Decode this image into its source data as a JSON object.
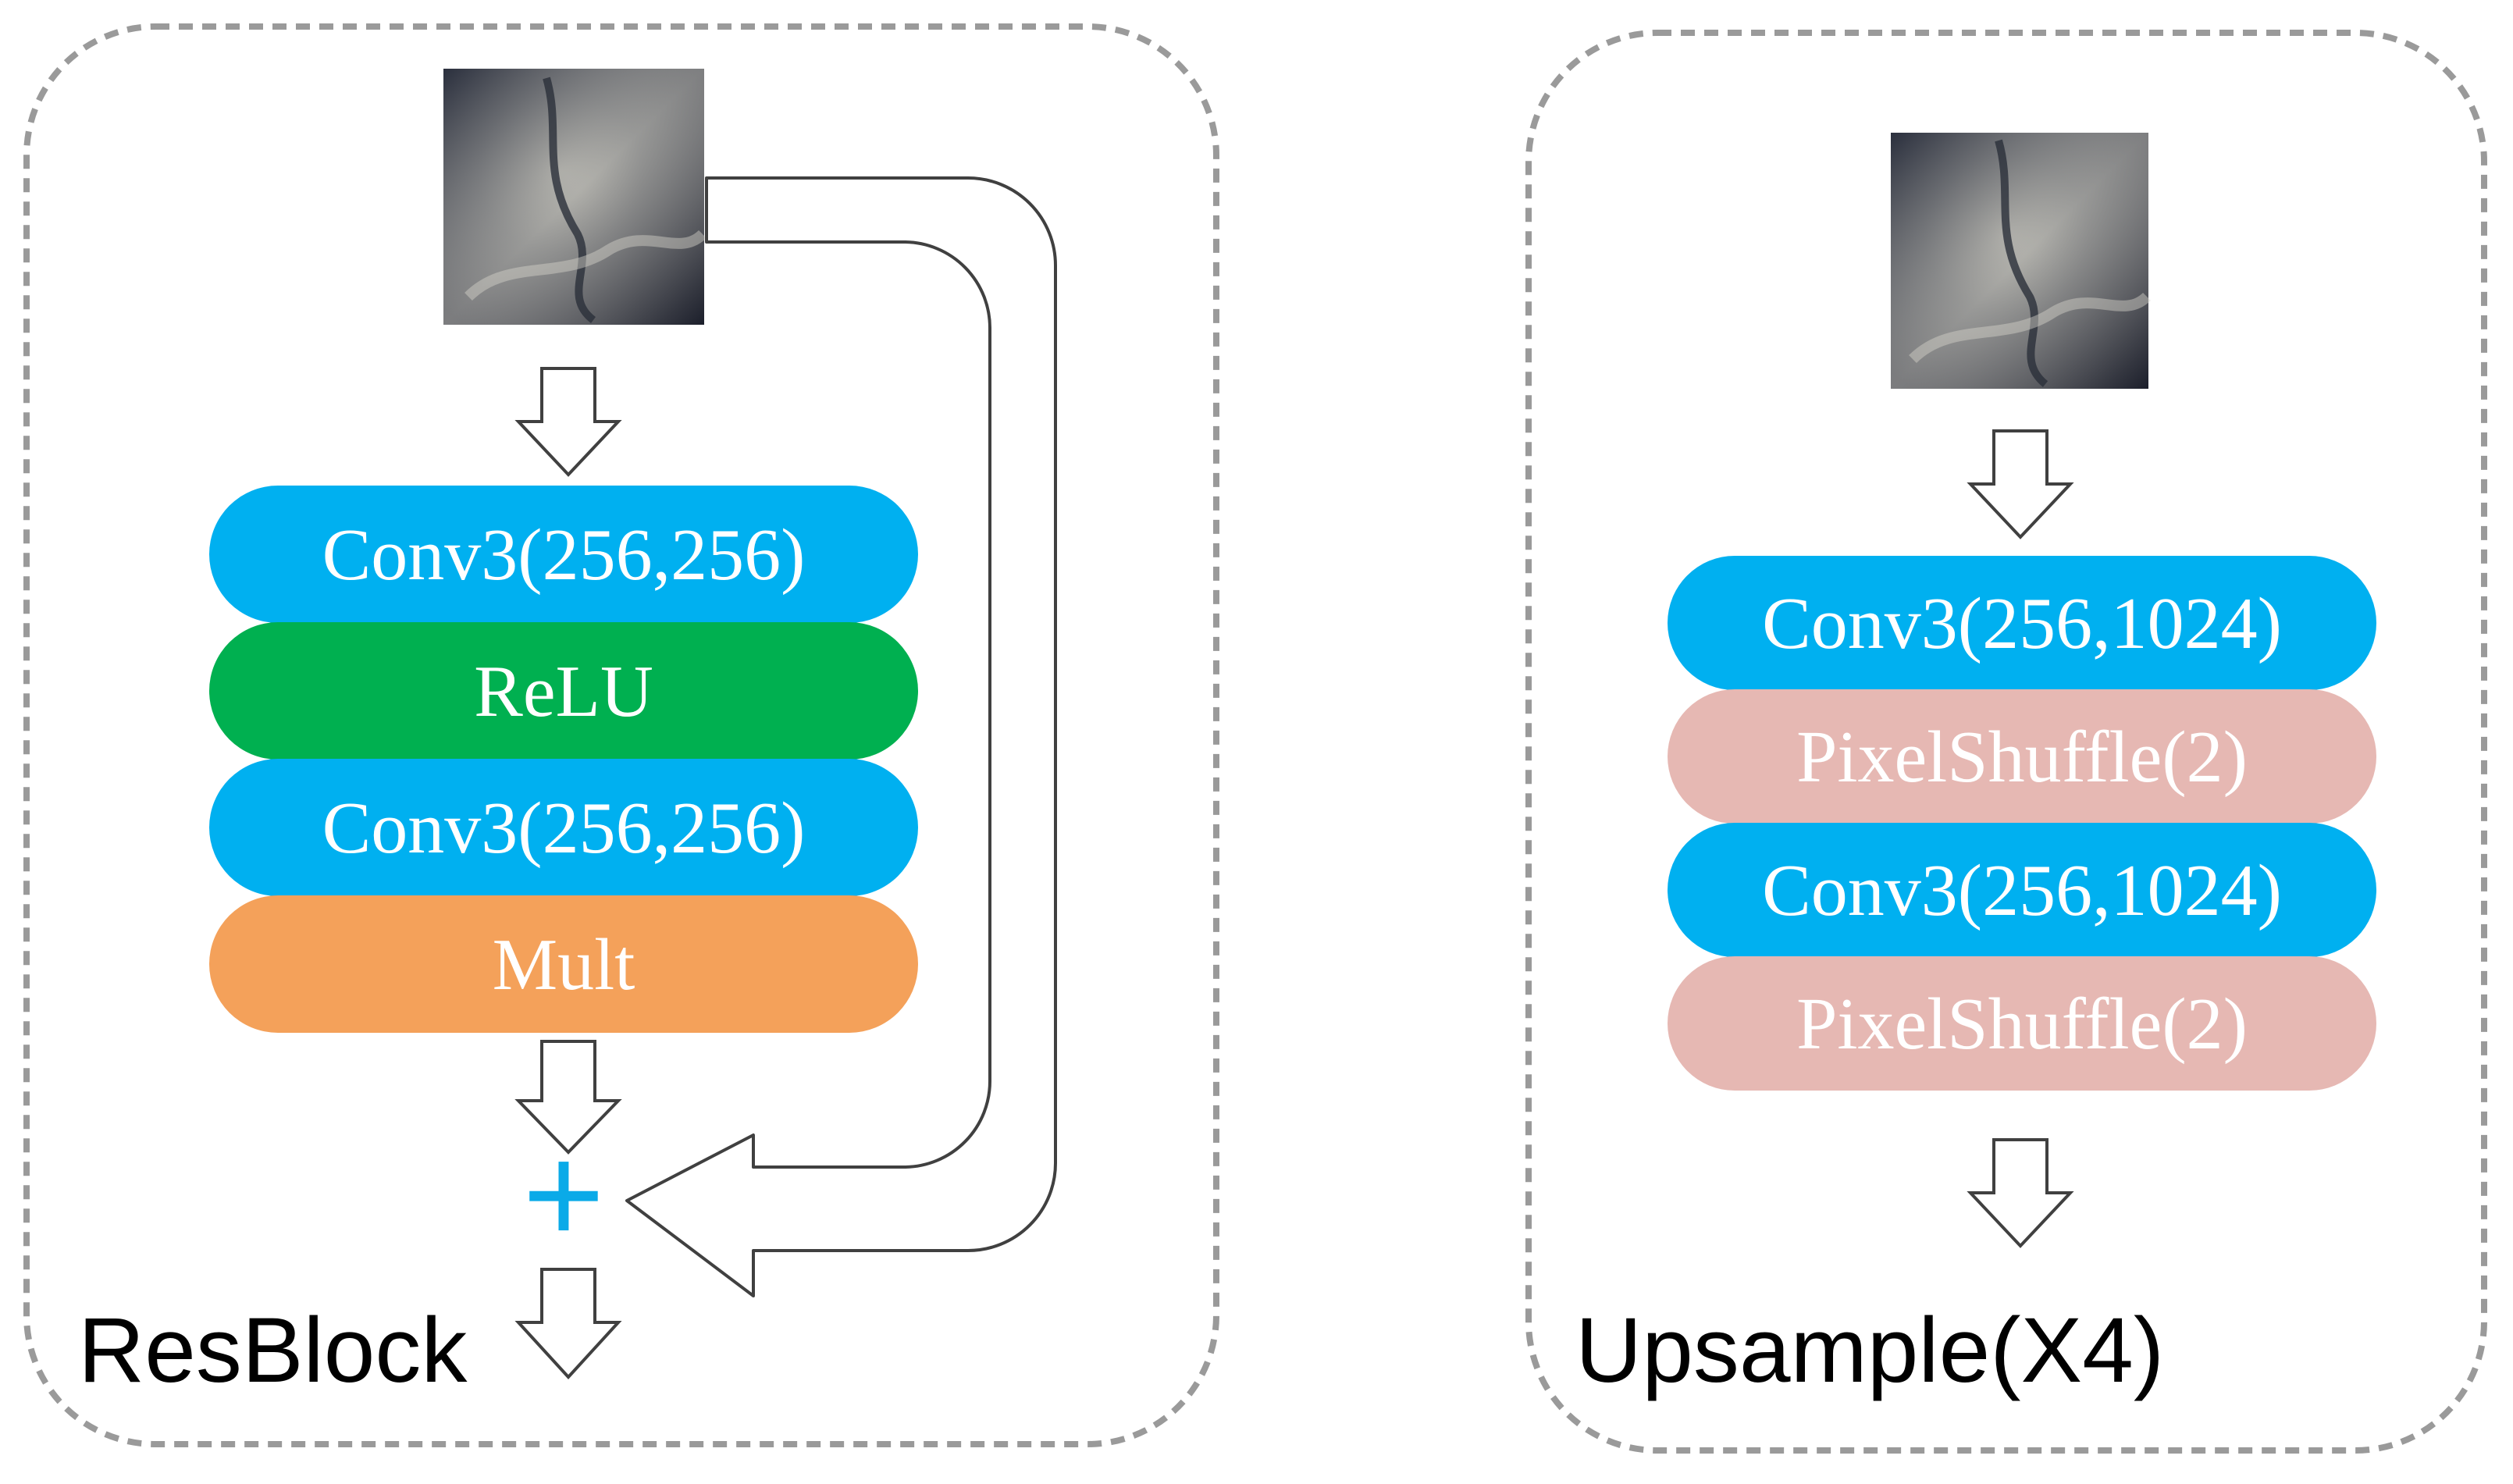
{
  "colors": {
    "conv": "#00b0f0",
    "relu": "#00b050",
    "mult": "#f4a15a",
    "pixelshuffle": "#e6b8b3",
    "plus": "#0aaae8",
    "frame": "#9a9a9a"
  },
  "resblock": {
    "caption": "ResBlock",
    "layers": [
      "Conv3(256,256)",
      "ReLU",
      "Conv3(256,256)",
      "Mult"
    ],
    "sum_symbol": "+"
  },
  "upsample": {
    "caption": "Upsample(X4)",
    "layers": [
      "Conv3(256,1024)",
      "PixelShuffle(2)",
      "Conv3(256,1024)",
      "PixelShuffle(2)"
    ]
  }
}
